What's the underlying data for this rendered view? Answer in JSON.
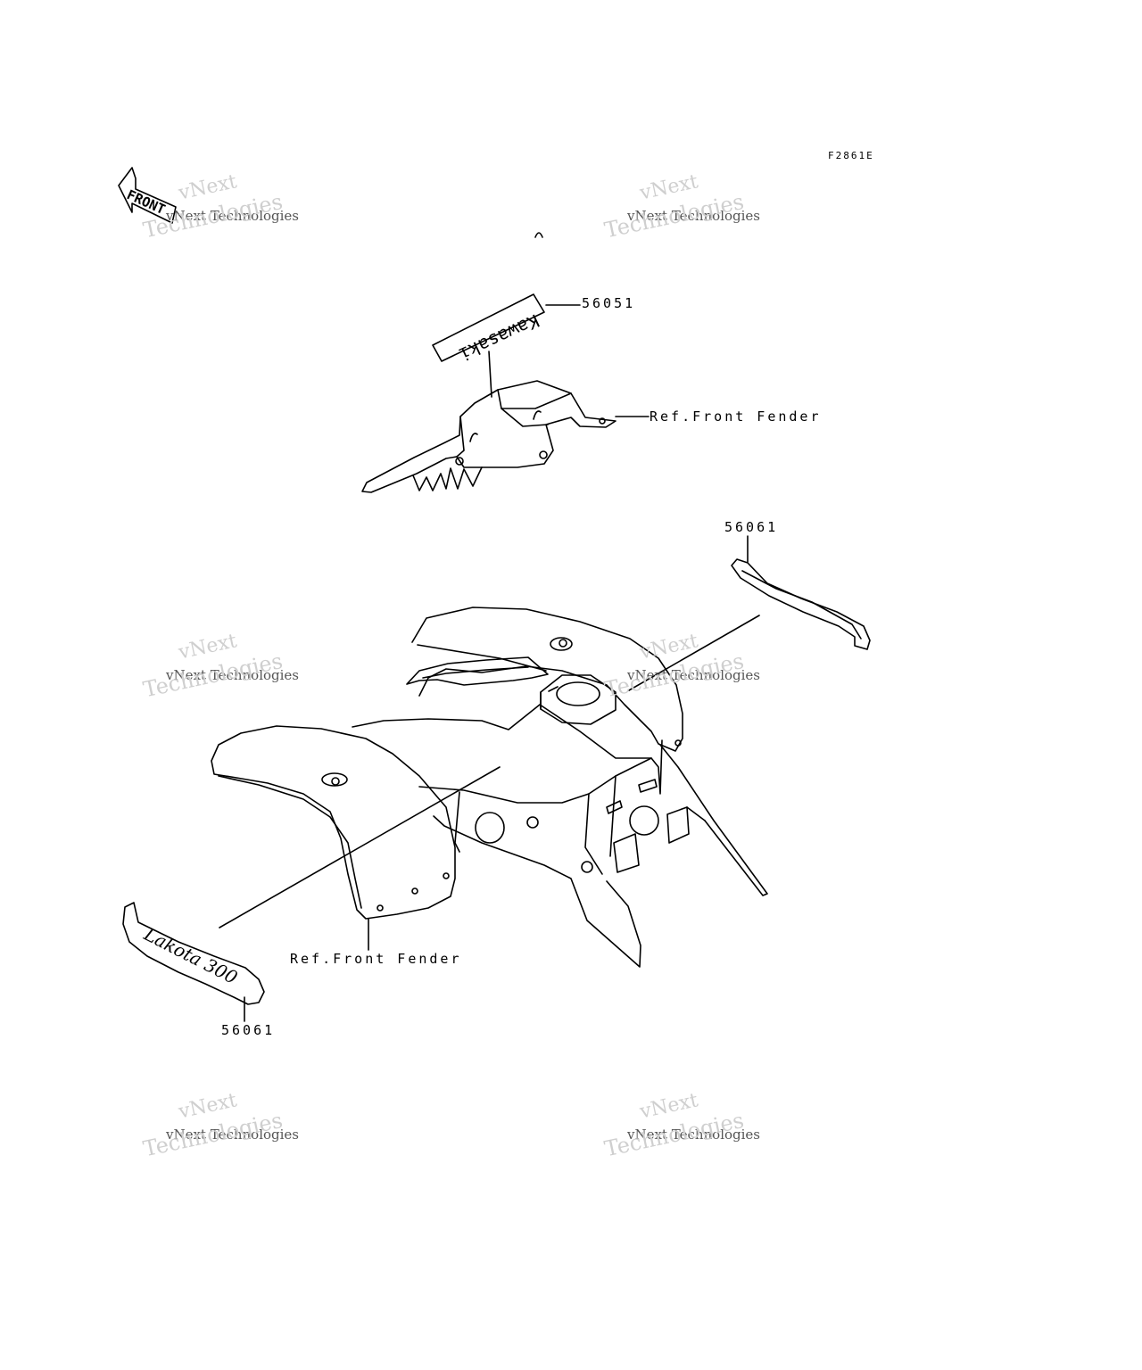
{
  "figure_code": "F2861E",
  "front_label": "FRONT",
  "callouts": {
    "decal_top": "56051",
    "ref_front_fender_top": "Ref.Front Fender",
    "decal_right": "56061",
    "ref_front_fender_bottom": "Ref.Front Fender",
    "decal_left": "56061"
  },
  "decal_texts": {
    "kawasaki": "Kawasaki",
    "model": "Lakota 300"
  },
  "watermark": {
    "line1": "vNext",
    "line2": "vNext Technologies",
    "line3": "Technologies"
  }
}
